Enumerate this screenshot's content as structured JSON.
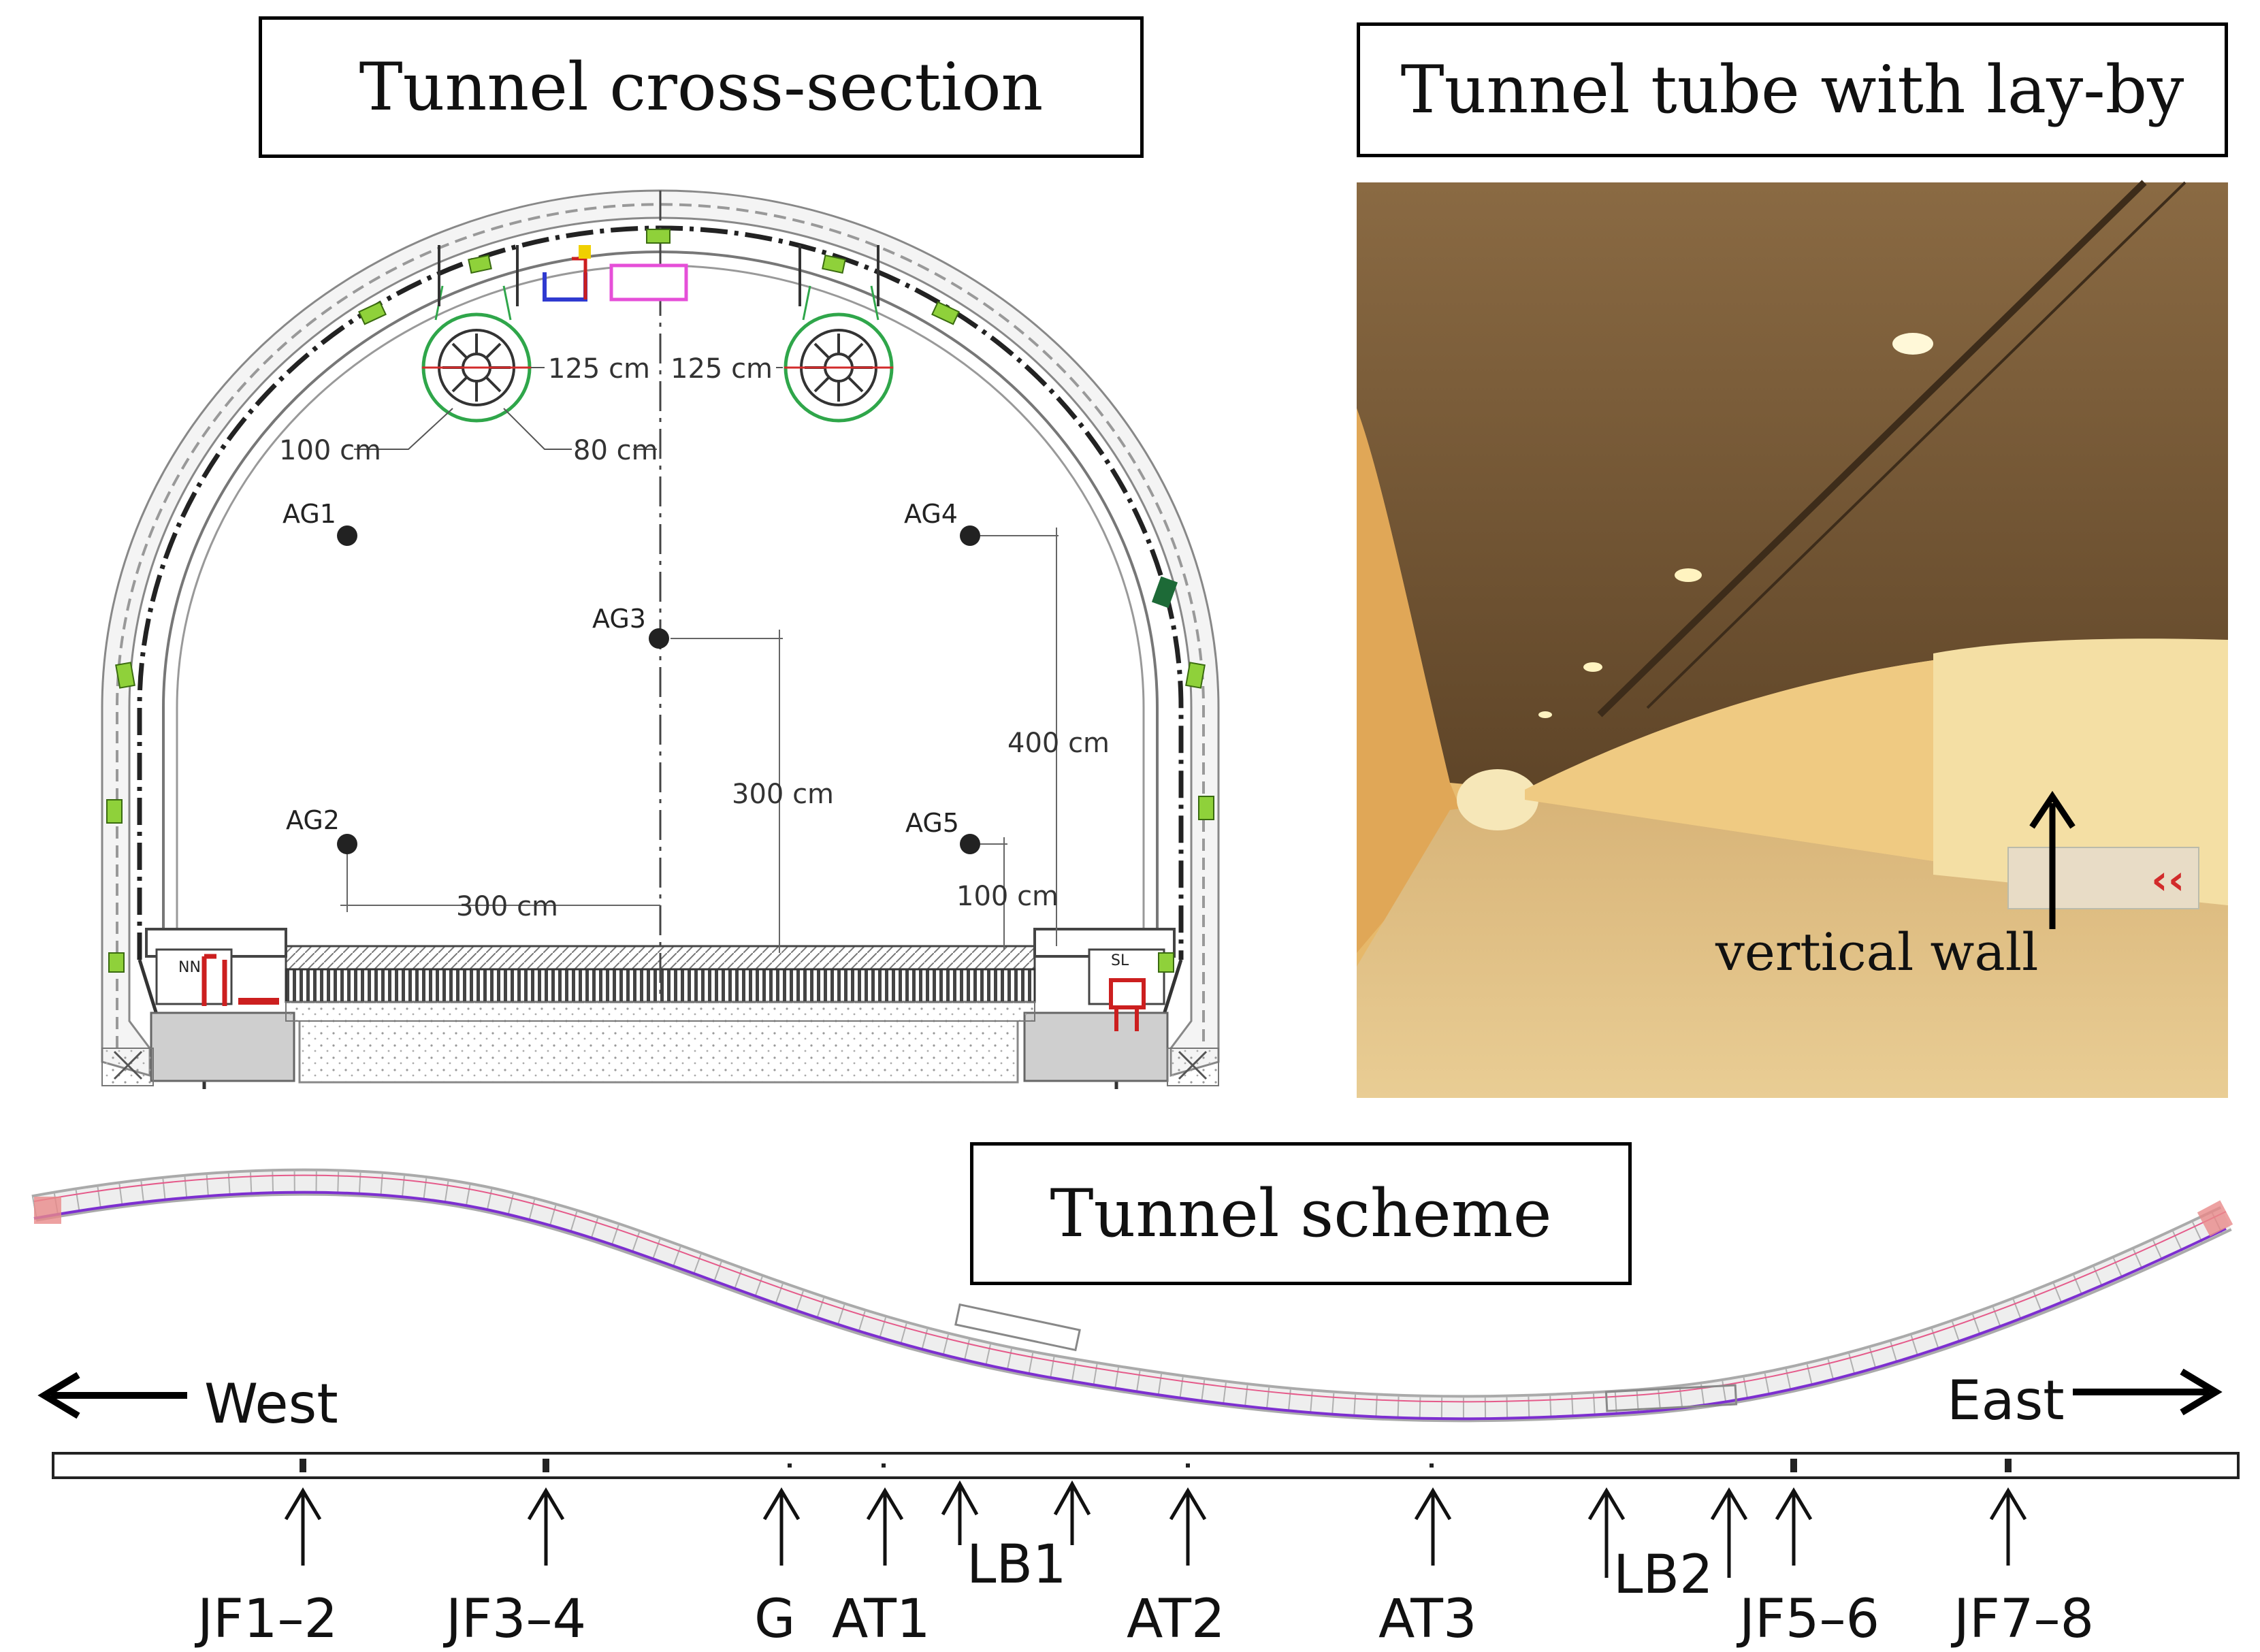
{
  "titles": {
    "cross_section": "Tunnel cross-section",
    "tube": "Tunnel tube with lay-by",
    "scheme": "Tunnel scheme"
  },
  "cross_section": {
    "dims": {
      "left_125": "125 cm",
      "right_125": "125 cm",
      "d100": "100 cm",
      "d80": "80 cm",
      "h300": "300 cm",
      "h400": "400 cm",
      "w300": "300 cm",
      "d100b": "100 cm"
    },
    "sensors": {
      "ag1": "AG1",
      "ag2": "AG2",
      "ag3": "AG3",
      "ag4": "AG4",
      "ag5": "AG5"
    },
    "niches": {
      "left": "NN",
      "right": "SL"
    }
  },
  "photo": {
    "annotation": "vertical wall"
  },
  "scheme": {
    "west": "West",
    "east": "East",
    "markers": [
      "JF1–2",
      "JF3–4",
      "G",
      "AT1",
      "LB1",
      "AT2",
      "AT3",
      "LB2",
      "JF5–6",
      "JF7–8"
    ]
  },
  "colors": {
    "fan_green": "#2fa64a",
    "fan_red": "#d22b2b",
    "niche_red": "#cc1f1f",
    "green_marker": "#8fd13a",
    "pink_box": "#e64fd8",
    "tunnel_wall": "#d9a85a",
    "tunnel_ceiling": "#7a5a35"
  }
}
